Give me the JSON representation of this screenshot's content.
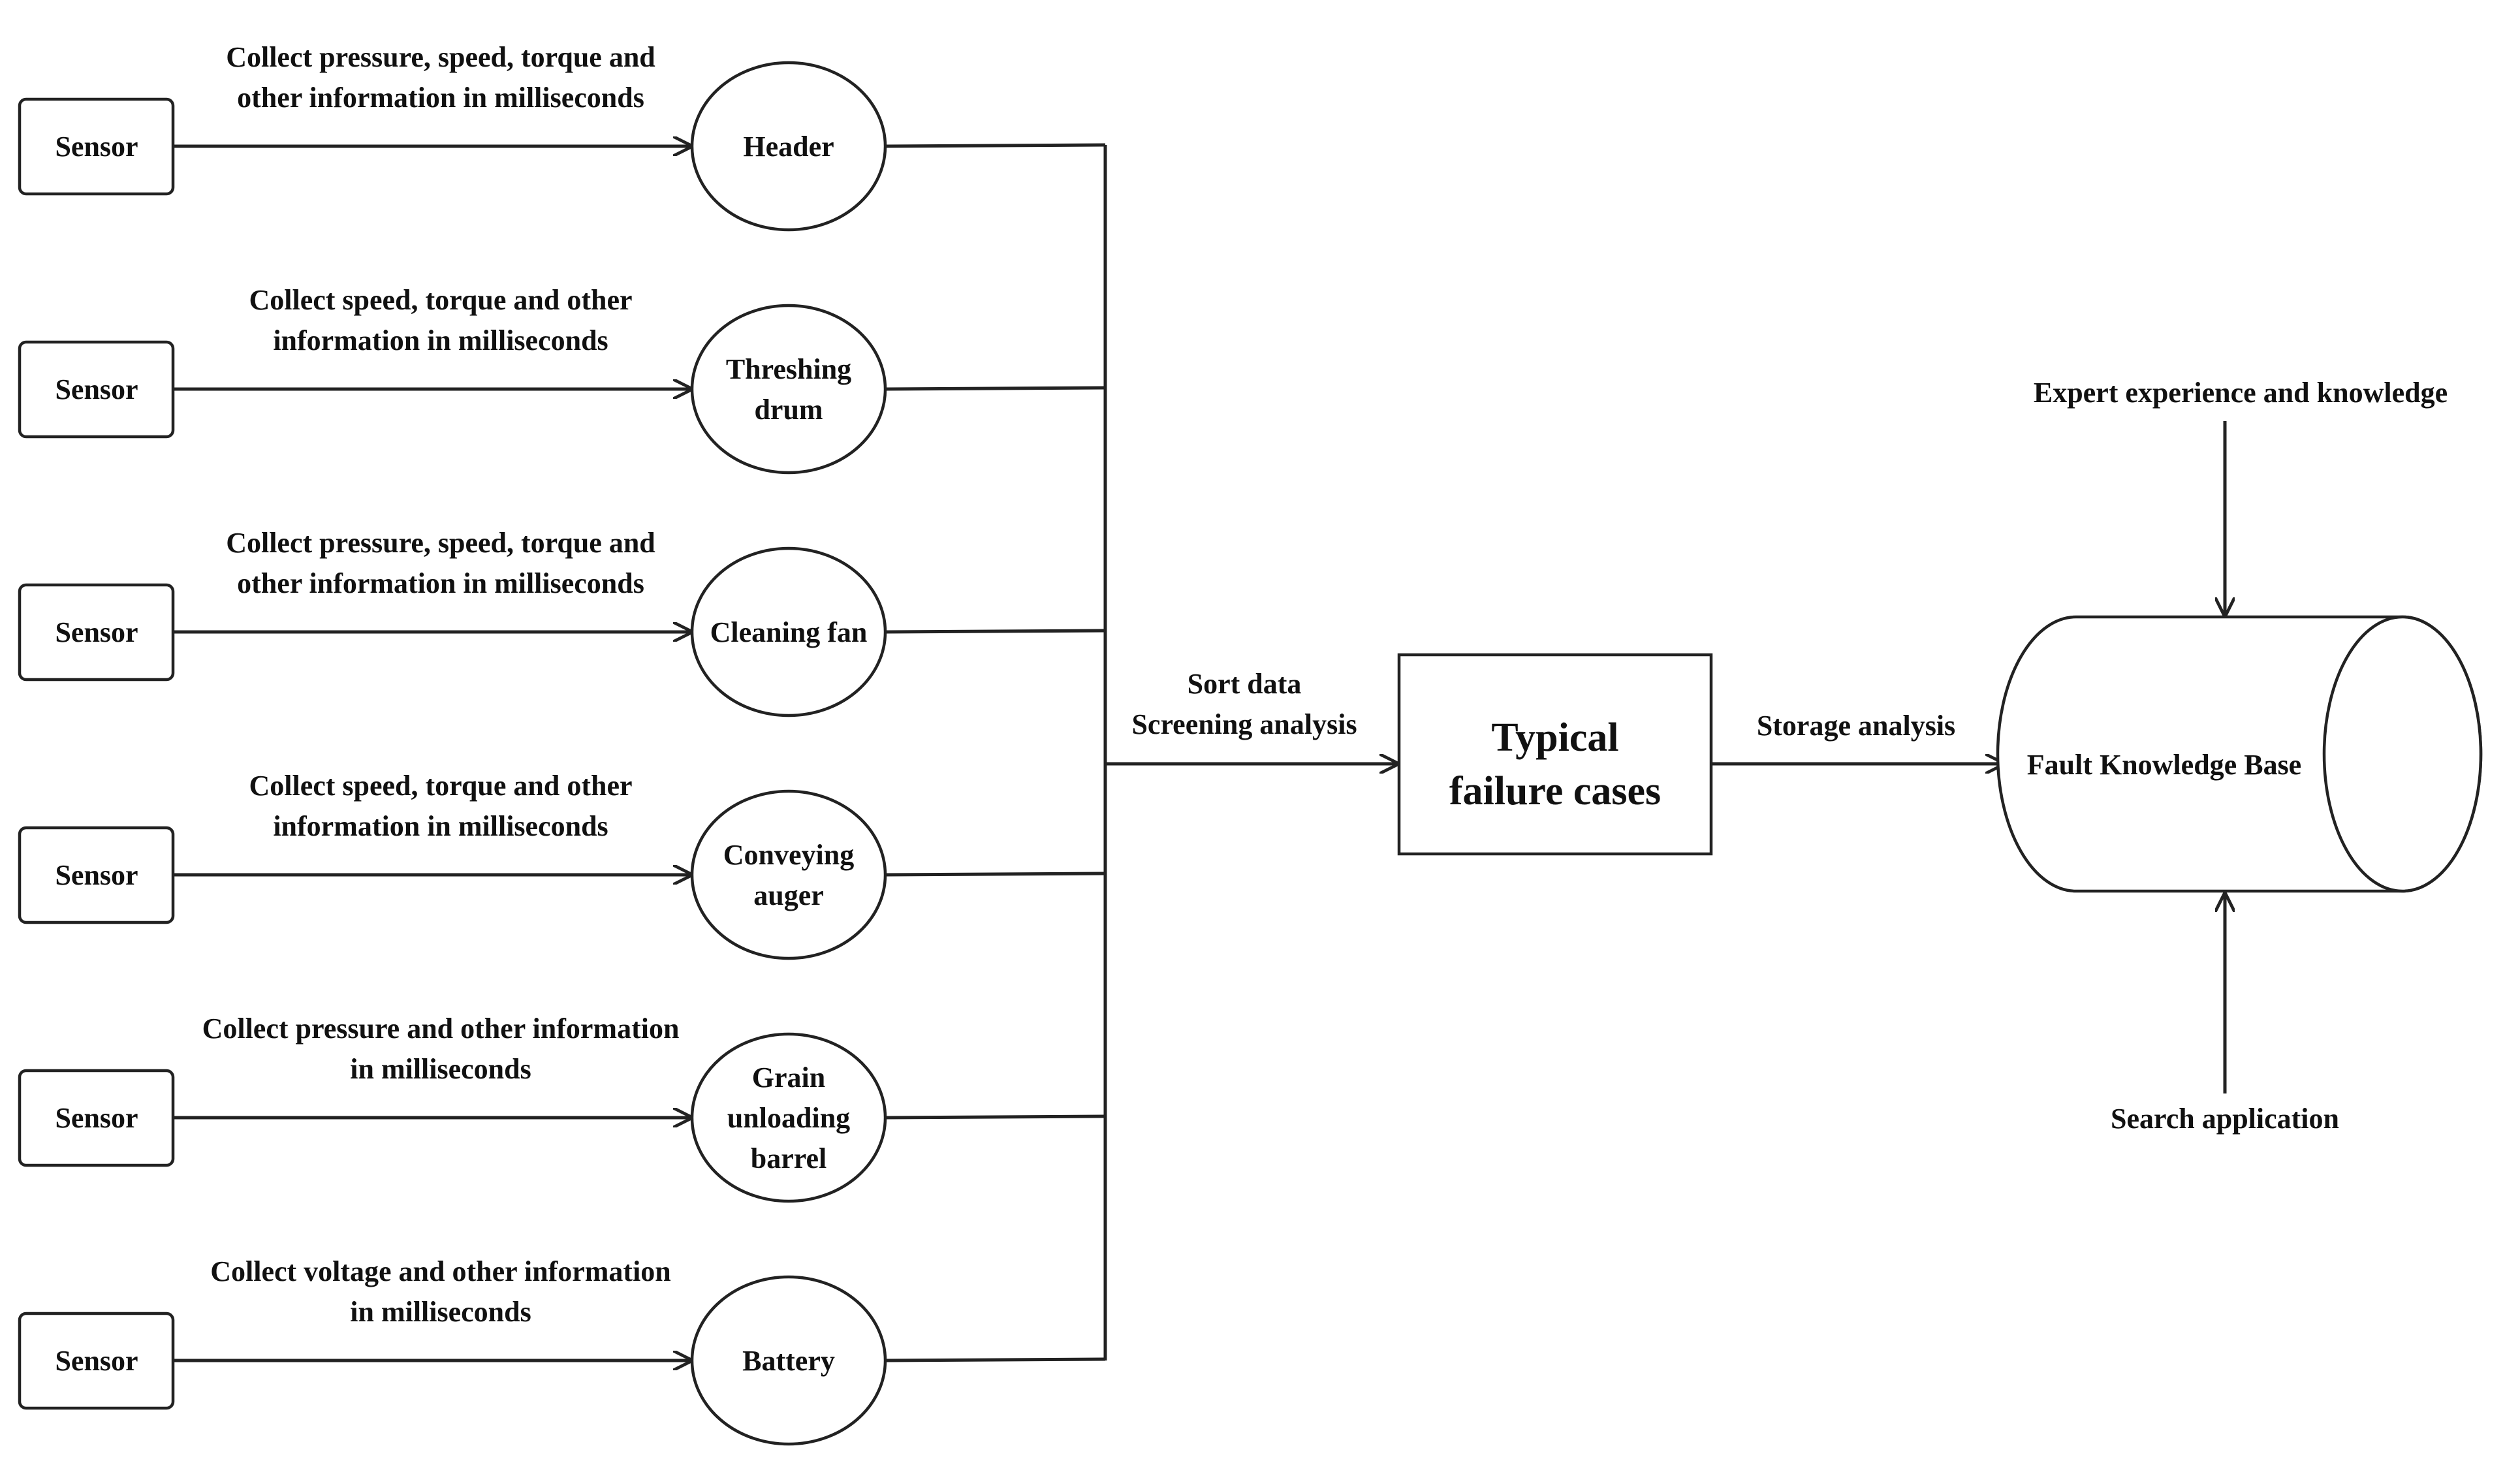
{
  "rows": [
    {
      "sensor_label": "Sensor",
      "description": [
        "Collect pressure, speed, torque and",
        "other information in milliseconds"
      ],
      "component": [
        "Header"
      ]
    },
    {
      "sensor_label": "Sensor",
      "description": [
        "Collect speed, torque and other",
        "information in milliseconds"
      ],
      "component": [
        "Threshing",
        "drum"
      ]
    },
    {
      "sensor_label": "Sensor",
      "description": [
        "Collect pressure, speed, torque and",
        "other information in milliseconds"
      ],
      "component": [
        "Cleaning fan"
      ]
    },
    {
      "sensor_label": "Sensor",
      "description": [
        "Collect speed, torque and other",
        "information in milliseconds"
      ],
      "component": [
        "Conveying",
        "auger"
      ]
    },
    {
      "sensor_label": "Sensor",
      "description": [
        "Collect pressure and other information",
        "in milliseconds"
      ],
      "component": [
        "Grain",
        "unloading",
        "barrel"
      ]
    },
    {
      "sensor_label": "Sensor",
      "description": [
        "Collect voltage and other information",
        "in milliseconds"
      ],
      "component": [
        "Battery"
      ]
    }
  ],
  "center": {
    "edge_label": [
      "Sort data",
      "Screening analysis"
    ],
    "box_label": [
      "Typical",
      "failure cases"
    ]
  },
  "right": {
    "edge_label": "Storage analysis",
    "database_label": "Fault Knowledge Base",
    "top_input": "Expert experience and knowledge",
    "bottom_input": "Search application"
  }
}
